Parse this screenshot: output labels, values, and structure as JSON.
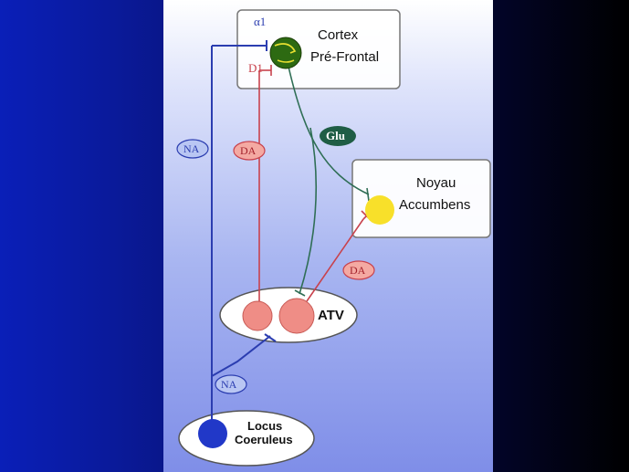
{
  "diagram": {
    "regions": {
      "cortex": [
        "Cortex",
        "Pré-Frontal"
      ],
      "noyau": [
        "Noyau",
        "Accumbens"
      ],
      "atv": "ATV",
      "locus": [
        "Locus",
        "Coeruleus"
      ]
    },
    "receptors": {
      "alpha": "α1",
      "d1": "D1"
    },
    "neurotransmitters": {
      "na_top": "NA",
      "na_bottom": "NA",
      "da_left": "DA",
      "da_right": "DA",
      "glu": "Glu"
    }
  },
  "colors": {
    "na": "#2b3db0",
    "da": "#c8424d",
    "glu": "#2f6e55",
    "cortex_neuron": "#2d6a12",
    "accumbens_neuron": "#f8e02a",
    "atv_neuron": "#ef8d86",
    "locus_neuron": "#2138c8"
  }
}
